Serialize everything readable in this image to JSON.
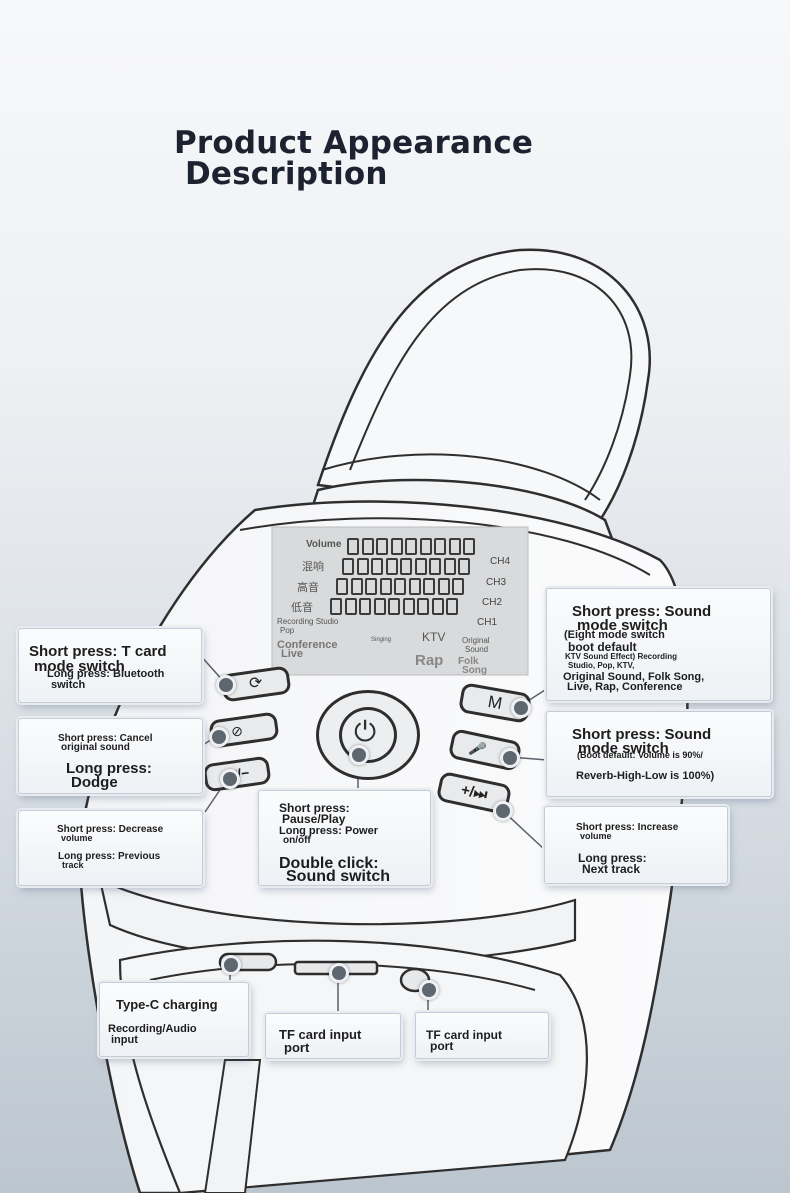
{
  "title": {
    "line1": "Product Appearance",
    "line2": "Description"
  },
  "lcd": {
    "volume": "Volume",
    "rows": [
      "混响",
      "高音",
      "低音"
    ],
    "channels": [
      "CH4",
      "CH3",
      "CH2",
      "CH1"
    ],
    "modes": {
      "recording_studio": "Recording Studio",
      "pop": "Pop",
      "conference": "Conference",
      "live": "Live",
      "singing": "Singing",
      "ktv": "KTV",
      "original": "Original",
      "sound": "Sound",
      "rap": "Rap",
      "folk": "Folk",
      "song": "Song"
    }
  },
  "buttons": {
    "mode": "M",
    "next": "+/⏭",
    "prev": "⏮/−",
    "tcard": "⟳"
  },
  "callouts": {
    "tcard_mode": {
      "l1": "Short press: T card",
      "l2": "mode switch",
      "l3": "Long press: Bluetooth",
      "l4": "switch"
    },
    "cancel": {
      "l1": "Short press: Cancel",
      "l2": "original sound",
      "l3": "Long press:",
      "l4": "Dodge"
    },
    "decrease": {
      "l1": "Short press: Decrease",
      "l2": "volume",
      "l3": "Long press: Previous",
      "l4": "track"
    },
    "power": {
      "l1": "Short press:",
      "l2": "Pause/Play",
      "l3": "Long press: Power",
      "l4": "on/off",
      "l5": "Double click:",
      "l6": "Sound switch"
    },
    "sound_mode_1": {
      "l1": "Short press: Sound",
      "l2": "mode switch",
      "l3": "(Eight mode switch",
      "l4": "boot default",
      "l5": "KTV Sound Effect) Recording",
      "l6": "Studio, Pop, KTV,",
      "l7": "Original Sound, Folk Song,",
      "l8": "Live, Rap, Conference"
    },
    "sound_mode_2": {
      "l1": "Short press: Sound",
      "l2": "mode switch",
      "l3": "(Boot default: Volume is 90%/",
      "l4": "Reverb-High-Low is 100%)"
    },
    "increase": {
      "l1": "Short press: Increase",
      "l2": "volume",
      "l3": "Long press:",
      "l4": "Next track"
    },
    "typec": {
      "l1": "Type-C charging",
      "l2": "Recording/Audio",
      "l3": "input"
    },
    "tf1": {
      "l1": "TF card input",
      "l2": "port"
    },
    "tf2": {
      "l1": "TF card input",
      "l2": "port"
    }
  }
}
